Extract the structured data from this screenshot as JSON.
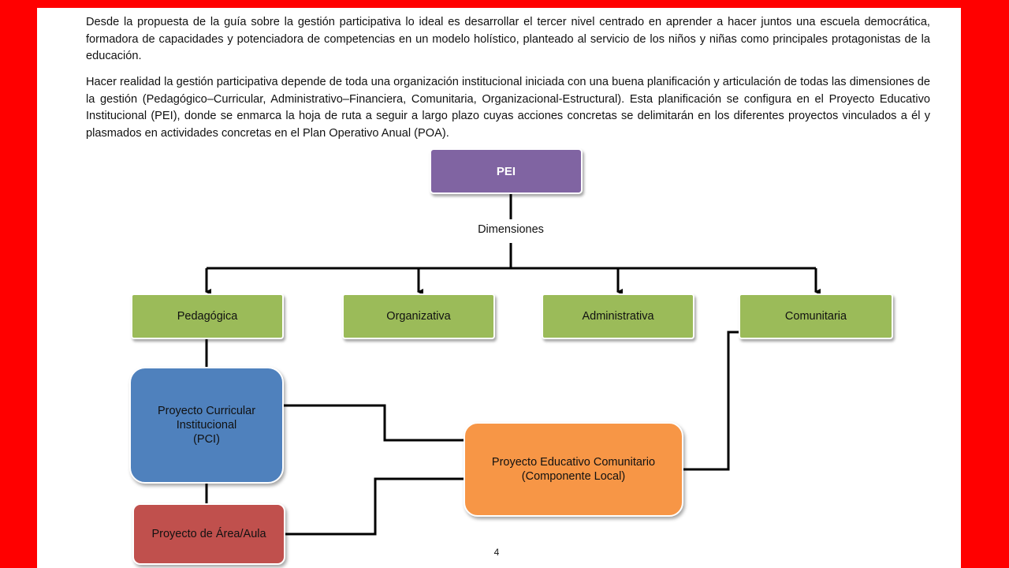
{
  "paragraphs": [
    "Desde la propuesta de la guía sobre la gestión participativa lo ideal es desarrollar el tercer nivel centrado en aprender a hacer juntos una escuela democrática, formadora de capacidades y potenciadora de competencias en un modelo holístico, planteado al servicio de los niños y niñas como principales protagonistas de la educación.",
    "Hacer realidad la gestión participativa depende de toda una organización institucional iniciada con una buena planificación y articulación de todas las dimensiones de la gestión (Pedagógico–Curricular, Administrativo–Financiera, Comunitaria, Organizacional-Estructural). Esta planificación se configura en el Proyecto Educativo Institucional (PEI), donde se enmarca la hoja de ruta a seguir a largo plazo cuyas acciones concretas se delimitarán en los diferentes proyectos vinculados a él y plasmados en actividades concretas en el Plan Operativo Anual (POA)."
  ],
  "diagram": {
    "root": "PEI",
    "connector_label": "Dimensiones",
    "dimensions": [
      "Pedagógica",
      "Organizativa",
      "Administrativa",
      "Comunitaria"
    ],
    "pci": [
      "Proyecto Curricular",
      "Institucional",
      "(PCI)"
    ],
    "pec": [
      "Proyecto Educativo Comunitario",
      "(Componente Local)"
    ],
    "aula": "Proyecto de Área/Aula"
  },
  "page_number": "4",
  "colors": {
    "background": "#ff0000",
    "root": "#8064a2",
    "dimension": "#9bbb59",
    "pci": "#4f81bd",
    "pec": "#f79646",
    "aula": "#c0504d"
  }
}
